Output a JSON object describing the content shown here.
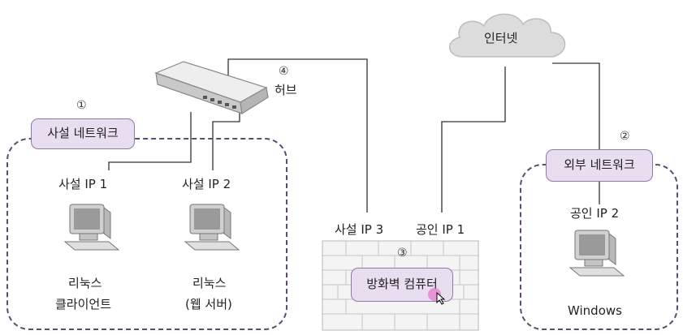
{
  "cloud": {
    "label": "인터넷"
  },
  "hub": {
    "number": "④",
    "label": "허브"
  },
  "private_network": {
    "number": "①",
    "label": "사설 네트워크"
  },
  "external_network": {
    "number": "②",
    "label": "외부 네트워크"
  },
  "firewall": {
    "number": "③",
    "label": "방화벽 컴퓨터",
    "left_ip": "사설 IP 3",
    "right_ip": "공인 IP 1"
  },
  "computers": [
    {
      "ip": "사설 IP 1",
      "os": "리눅스",
      "role": "클라이언트"
    },
    {
      "ip": "사설 IP 2",
      "os": "리눅스",
      "role": "(웹 서버)"
    },
    {
      "ip": "공인 IP 2",
      "os": "Windows"
    }
  ],
  "colors": {
    "pill_fill": "#e8def0",
    "pill_border": "#8e7aa6",
    "dashed_border": "#5e4a70",
    "cursor_dot": "#e879c8"
  }
}
